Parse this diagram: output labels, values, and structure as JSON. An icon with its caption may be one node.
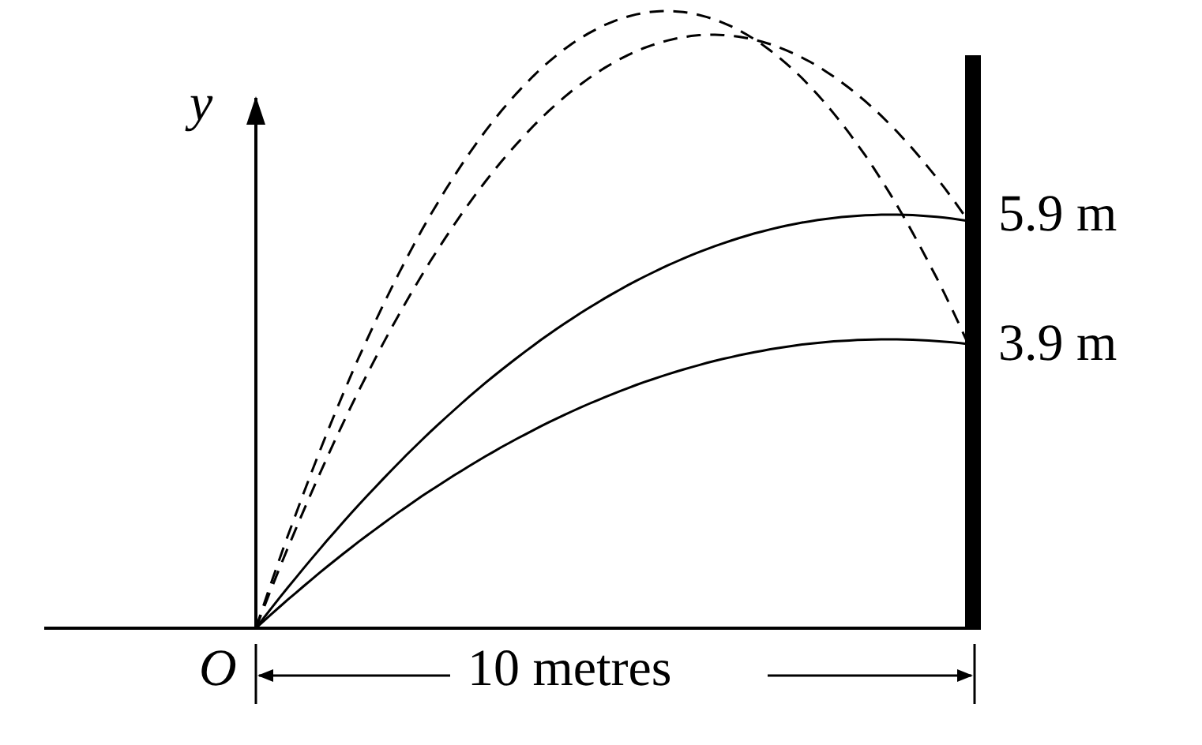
{
  "diagram": {
    "labels": [
      "y",
      "5.9 m",
      "3.9 m",
      "O",
      "10 metres"
    ]
  }
}
